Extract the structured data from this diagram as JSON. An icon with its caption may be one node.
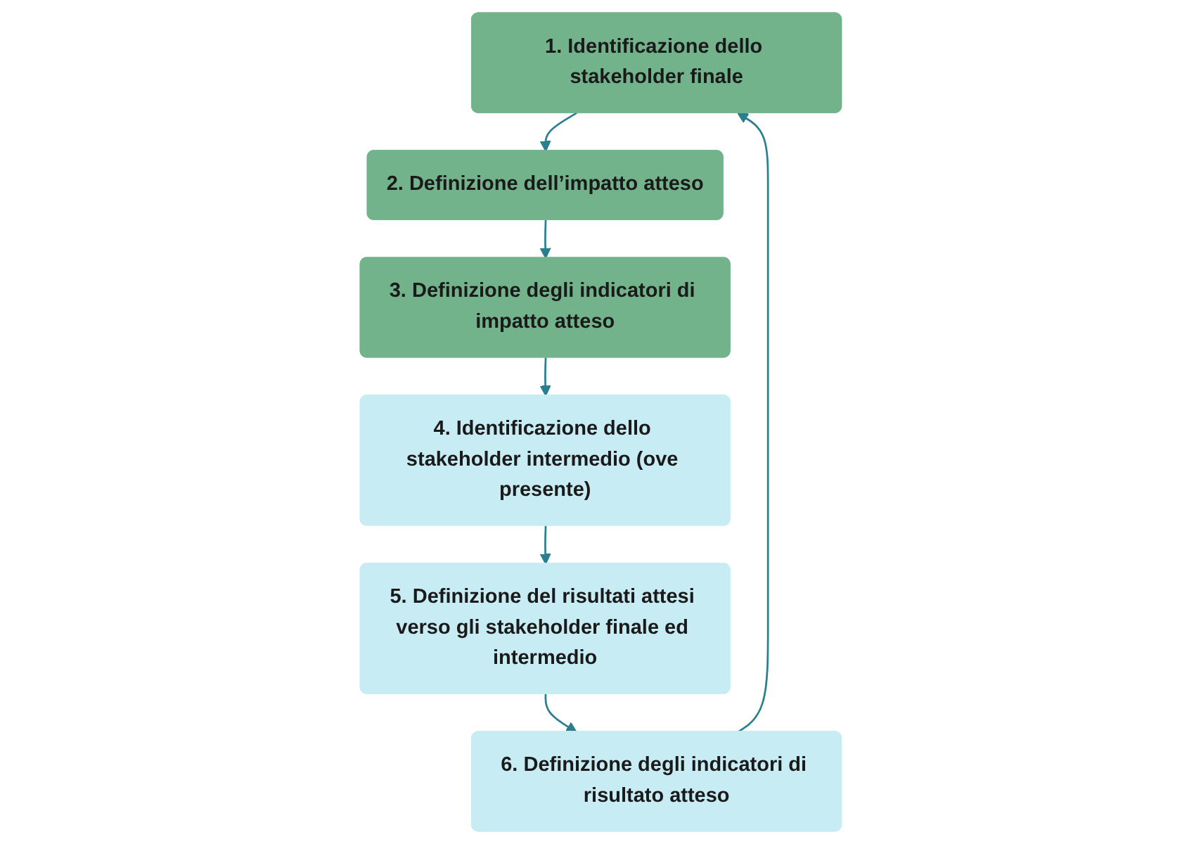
{
  "diagram": {
    "nodes": [
      {
        "text": [
          "1. Identificazione dello stakeholder finale"
        ]
      },
      {
        "text": [
          "2. Definizione dell’impatto atteso"
        ]
      },
      {
        "text": [
          "3. Definizione degli indicatori di impatto atteso"
        ]
      },
      {
        "text": [
          "4. Identificazione dello stakeholder intermedio (ove presente)"
        ]
      },
      {
        "text": [
          "5. Definizione del risultati attesi verso gli stakeholder finale ed intermedio"
        ]
      },
      {
        "text": [
          "6. Definizione degli indicatori di risultato atteso"
        ]
      }
    ],
    "edges": [
      {
        "from": 0,
        "to": 1,
        "arrow": "to"
      },
      {
        "from": 1,
        "to": 2,
        "arrow": "to"
      },
      {
        "from": 2,
        "to": 3,
        "arrow": "to"
      },
      {
        "from": 3,
        "to": 4,
        "arrow": "to"
      },
      {
        "from": 4,
        "to": 5,
        "arrow": "to"
      },
      {
        "from": 5,
        "to": 0,
        "arrow": "to"
      }
    ]
  }
}
